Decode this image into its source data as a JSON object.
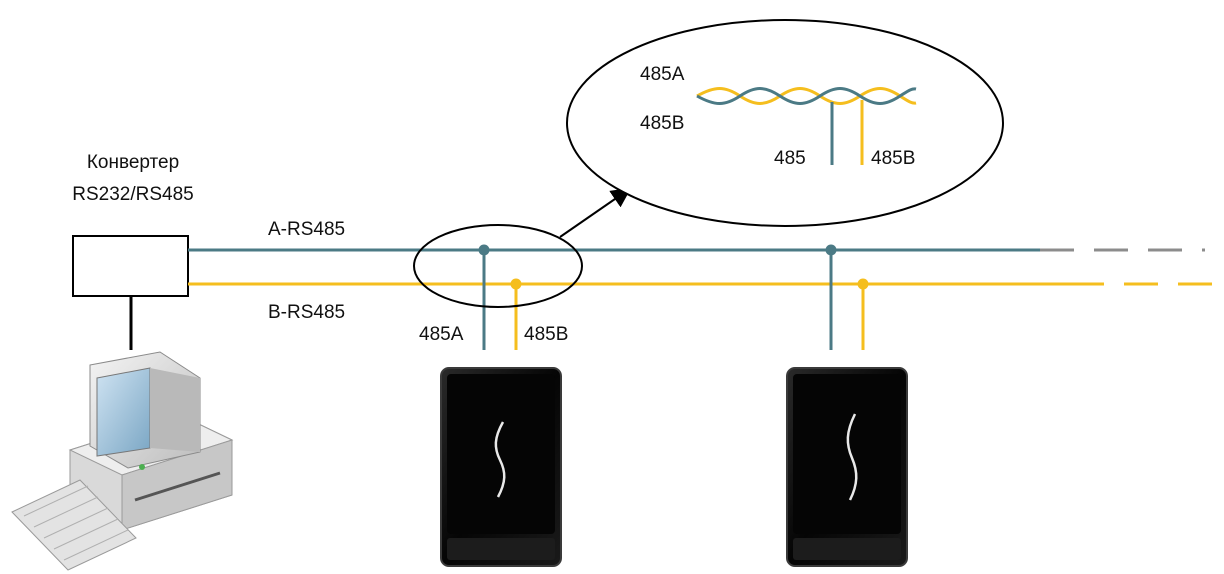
{
  "converter": {
    "label_line1": "Конвертер",
    "label_line2": "RS232/RS485"
  },
  "bus": {
    "a_label": "A-RS485",
    "b_label": "B-RS485",
    "a_color": "#4b7a85",
    "b_color": "#f5be1e",
    "continuation_color": "#8c8c8c"
  },
  "reader1": {
    "label_a": "485A",
    "label_b": "485B"
  },
  "zoom": {
    "label_a": "485A",
    "label_b": "485B",
    "tap_label_a": "485",
    "tap_label_b": "485B"
  },
  "icons": {
    "computer": "desktop-computer-icon",
    "reader": "card-reader-icon"
  }
}
